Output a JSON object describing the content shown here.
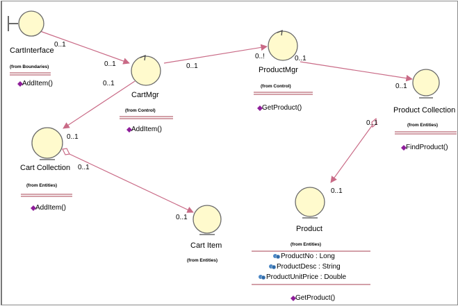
{
  "colors": {
    "circle_fill": "#fffacd",
    "circle_stroke": "#6a6a6a",
    "association": "#c96a86",
    "operation_icon": "#8e1e9a",
    "attribute_icon": "#4a86c4",
    "separator": "#8a0018"
  },
  "classes": {
    "cart_interface": {
      "name": "CartInterface",
      "from": "(from Boundaries)",
      "stereotype": "boundary",
      "operations": [
        "AddItem()"
      ]
    },
    "cart_mgr": {
      "name": "CartMgr",
      "from": "(from Control)",
      "stereotype": "control",
      "operations": [
        "AddItem()"
      ]
    },
    "product_mgr": {
      "name": "ProductMgr",
      "from": "(from Control)",
      "stereotype": "control",
      "operations": [
        "GetProduct()"
      ]
    },
    "product_collection": {
      "name": "Product Collection",
      "from": "(from Entities)",
      "stereotype": "entity",
      "operations": [
        "FindProduct()"
      ]
    },
    "cart_collection": {
      "name": "Cart Collection",
      "from": "(from Entities)",
      "stereotype": "entity",
      "operations": [
        "AddItem()"
      ]
    },
    "cart_item": {
      "name": "Cart Item",
      "from": "(from Entities)",
      "stereotype": "entity",
      "operations": []
    },
    "product": {
      "name": "Product",
      "from": "(from Entities)",
      "stereotype": "entity",
      "attributes": [
        "ProductNo : Long",
        "ProductDesc : String",
        "ProductUnitPrice : Double"
      ],
      "operations": [
        "GetProduct()"
      ]
    }
  },
  "associations": [
    {
      "from": "CartInterface",
      "to": "CartMgr",
      "source_multiplicity": "0..1",
      "target_multiplicity": "0..1"
    },
    {
      "from": "CartMgr",
      "to": "ProductMgr",
      "source_multiplicity": "0..1",
      "target_multiplicity": "0..!"
    },
    {
      "from": "ProductMgr",
      "to": "Product Collection",
      "source_multiplicity": "0..1",
      "target_multiplicity": "0..1"
    },
    {
      "from": "CartMgr",
      "to": "Cart Collection",
      "source_multiplicity": "0..1",
      "target_multiplicity": "0..1"
    },
    {
      "from": "Cart Collection",
      "to": "Cart Item",
      "source_multiplicity": "0..1",
      "target_multiplicity": "0..1",
      "aggregation": true
    },
    {
      "from": "Product Collection",
      "to": "Product",
      "source_multiplicity": "0..1",
      "target_multiplicity": "0..1",
      "aggregation": true
    }
  ]
}
